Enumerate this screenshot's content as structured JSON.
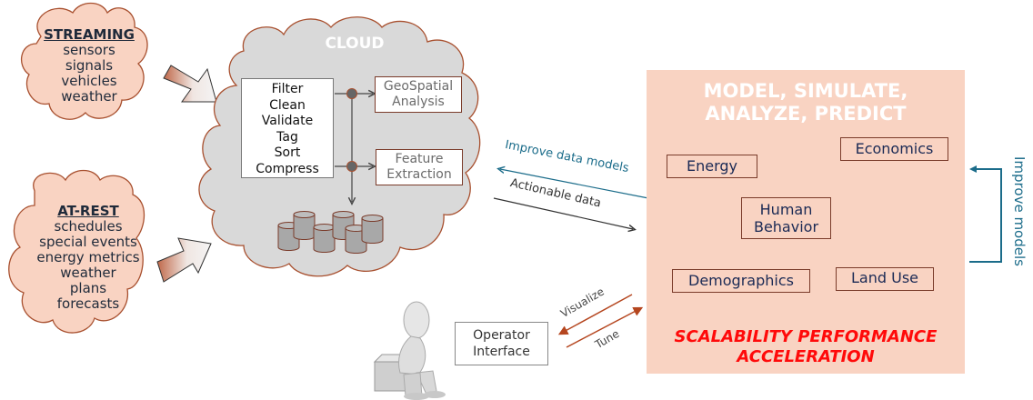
{
  "sources": {
    "streaming": {
      "heading": "STREAMING",
      "items": [
        "sensors",
        "signals",
        "vehicles",
        "weather"
      ]
    },
    "at_rest": {
      "heading": "AT-REST",
      "items": [
        "schedules",
        "special events",
        "energy metrics",
        "weather",
        "plans",
        "forecasts"
      ]
    }
  },
  "cloud": {
    "label": "CLOUD",
    "processing_steps": [
      "Filter",
      "Clean",
      "Validate",
      "Tag",
      "Sort",
      "Compress"
    ],
    "analysis": [
      {
        "line1": "GeoSpatial",
        "line2": "Analysis"
      },
      {
        "line1": "Feature",
        "line2": "Extraction"
      }
    ]
  },
  "flows": {
    "improve_data_models": "Improve data models",
    "actionable_data": "Actionable data",
    "visualize": "Visualize",
    "tune": "Tune",
    "improve_models": "Improve models"
  },
  "model_panel": {
    "title_line1": "MODEL, SIMULATE,",
    "title_line2": "ANALYZE, PREDICT",
    "models": {
      "energy": "Energy",
      "economics": "Economics",
      "human_behavior_1": "Human",
      "human_behavior_2": "Behavior",
      "demographics": "Demographics",
      "land_use": "Land Use"
    },
    "footer_line1": "SCALABILITY PERFORMANCE",
    "footer_line2": "ACCELERATION"
  },
  "operator": {
    "line1": "Operator",
    "line2": "Interface"
  },
  "colors": {
    "source_fill": "#f9d3c2",
    "outline": "#a8502f",
    "cloud_fill": "#d9d9d9",
    "model_panel": "#f9d3c2",
    "accent_blue": "#1b6c8a",
    "accent_red": "#ff0a0a",
    "arrow_brown": "#b5461f"
  }
}
